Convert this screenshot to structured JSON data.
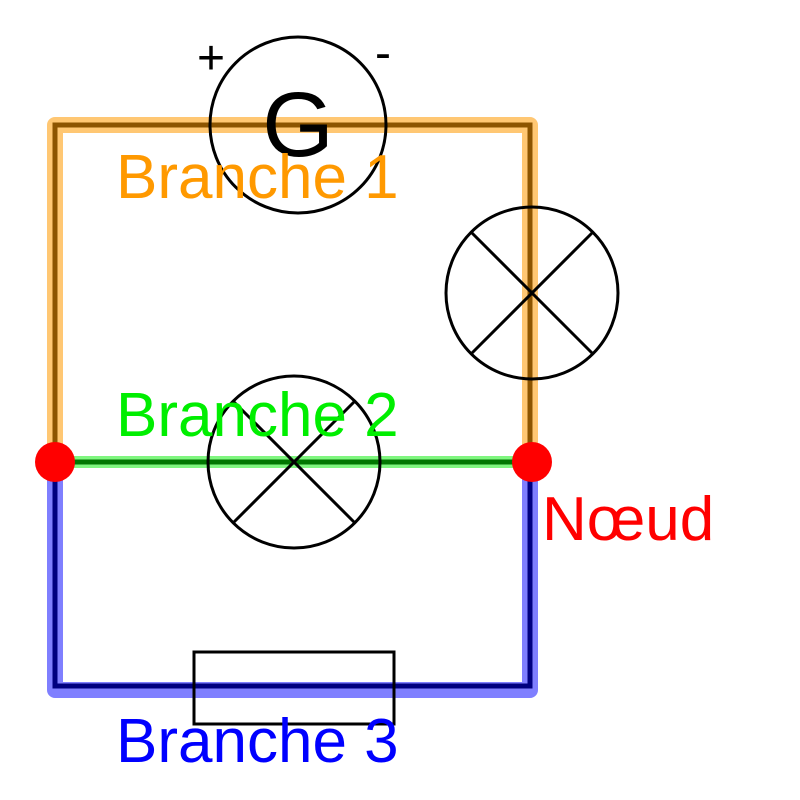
{
  "generator": {
    "symbol": "G",
    "plus": "+",
    "minus": "-"
  },
  "labels": {
    "branch1": "Branche 1",
    "branch2": "Branche 2",
    "branch3": "Branche 3",
    "node": "Nœud"
  },
  "colors": {
    "wire": "#000000",
    "branch1": "#ff9900",
    "branch2": "#00ee00",
    "branch3": "#0000ff",
    "node": "#ff0000"
  }
}
